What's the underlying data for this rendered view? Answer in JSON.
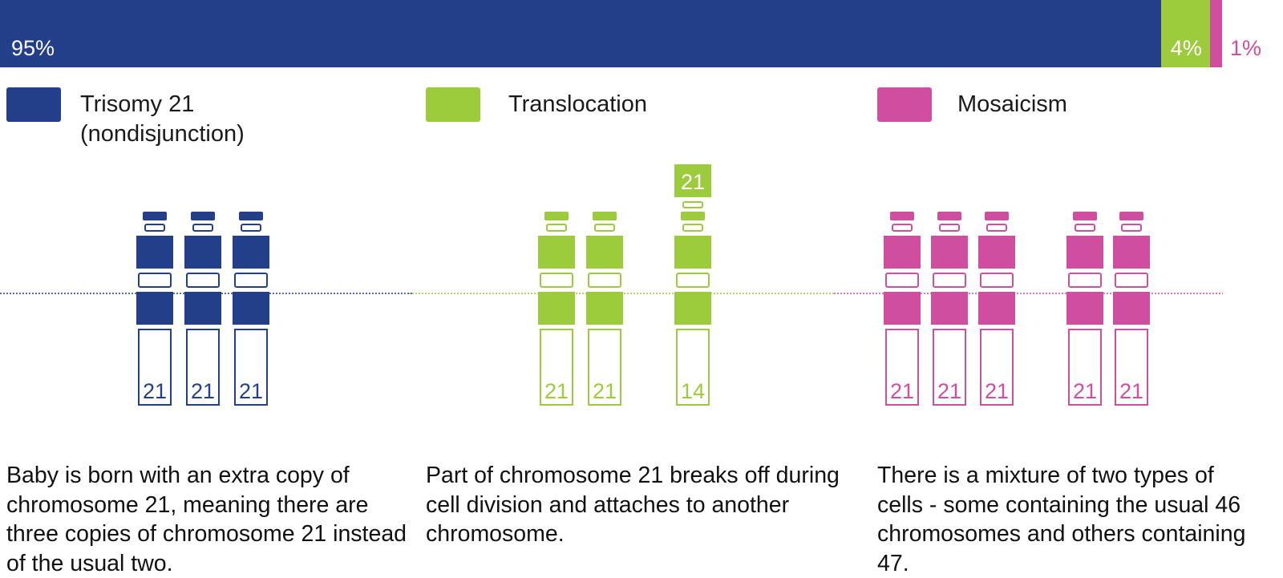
{
  "chart_data": {
    "type": "bar",
    "stacked": true,
    "orientation": "horizontal",
    "categories": [
      "Trisomy 21 (nondisjunction)",
      "Translocation",
      "Mosaicism"
    ],
    "values": [
      95,
      4,
      1
    ],
    "value_labels": [
      "95%",
      "4%",
      "1%"
    ],
    "unit": "%",
    "legend_placement": "below bar, left to right"
  },
  "legend": [
    {
      "label_line1": "Trisomy 21",
      "label_line2": "(nondisjunction)"
    },
    {
      "label_line1": "Translocation",
      "label_line2": ""
    },
    {
      "label_line1": "Mosaicism",
      "label_line2": ""
    }
  ],
  "colors": {
    "trisomy": "#243f8a",
    "translocation": "#9ccb3b",
    "mosaicism": "#cf4e9f"
  },
  "groups": [
    {
      "key": "trisomy",
      "chromosome_labels": [
        "21",
        "21",
        "21"
      ],
      "description": "Baby is born with an extra copy of chromosome 21, meaning there are three copies of chromosome 21 instead of the usual two."
    },
    {
      "key": "translocation",
      "chromosome_labels": [
        "21",
        "21",
        "14"
      ],
      "attached_label": "21",
      "description": "Part of chromosome 21 breaks off during cell division and attaches to another chromosome."
    },
    {
      "key": "mosaicism",
      "chromosome_labels": [
        "21",
        "21",
        "21",
        "21",
        "21"
      ],
      "description": "There is a mixture of two types of cells - some containing the usual 46 chromosomes and others containing 47."
    }
  ]
}
